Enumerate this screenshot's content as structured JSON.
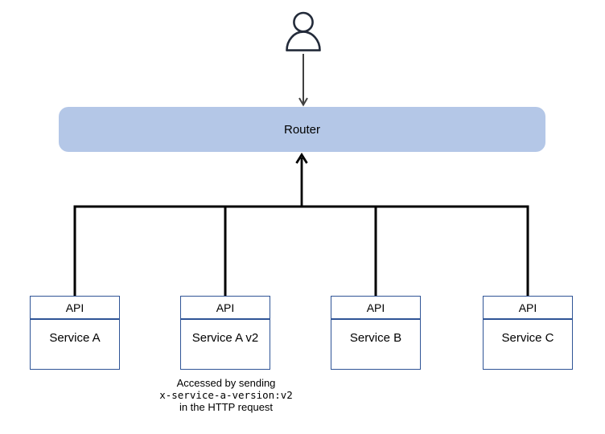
{
  "diagram_title": "",
  "person": {
    "icon": "person-icon",
    "color": "#232b3a"
  },
  "router": {
    "label": "Router",
    "fill_color": "#b4c7e7",
    "text_color": "#000000"
  },
  "connectors": {
    "user_to_router_arrow_color": "#404040",
    "tree_line_color": "#000000",
    "connections": [
      "user -> router",
      "router -> Service A",
      "router -> Service A v2",
      "router -> Service B",
      "router -> Service C"
    ]
  },
  "services": [
    {
      "api_label": "API",
      "name": "Service A"
    },
    {
      "api_label": "API",
      "name": "Service A v2"
    },
    {
      "api_label": "API",
      "name": "Service B"
    },
    {
      "api_label": "API",
      "name": "Service C"
    }
  ],
  "note": {
    "line1": "Accessed by sending",
    "line2": "x-service-a-version:v2",
    "line3": "in the HTTP request"
  },
  "box_style": {
    "border_color": "#2f5496",
    "divider_color": "#2f5496"
  }
}
